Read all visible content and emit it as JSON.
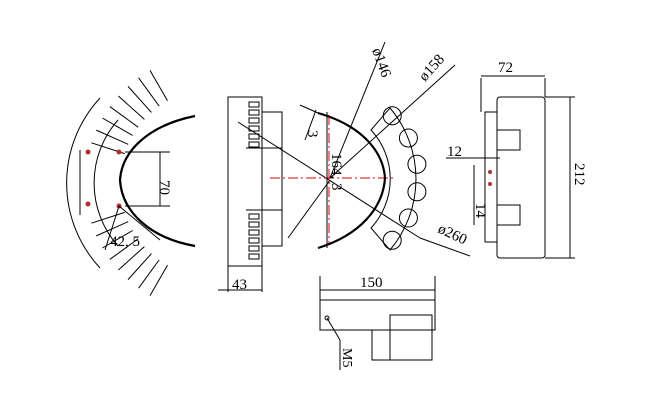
{
  "dimensions": {
    "dia_146": "ø146",
    "dia_158": "ø158",
    "width_72": "72",
    "offset_3": "3",
    "spacing_12": "12",
    "spacing_70": "70",
    "span_164_3": "164, 3",
    "height_212": "212",
    "spacing_14": "14",
    "angle_42_5": "42, 5",
    "dia_260": "ø260",
    "depth_43": "43",
    "length_150": "150",
    "thread_m5": "M5"
  },
  "colors": {
    "line": "#000000",
    "centerline": "#e00000",
    "hole": "#b03030"
  }
}
